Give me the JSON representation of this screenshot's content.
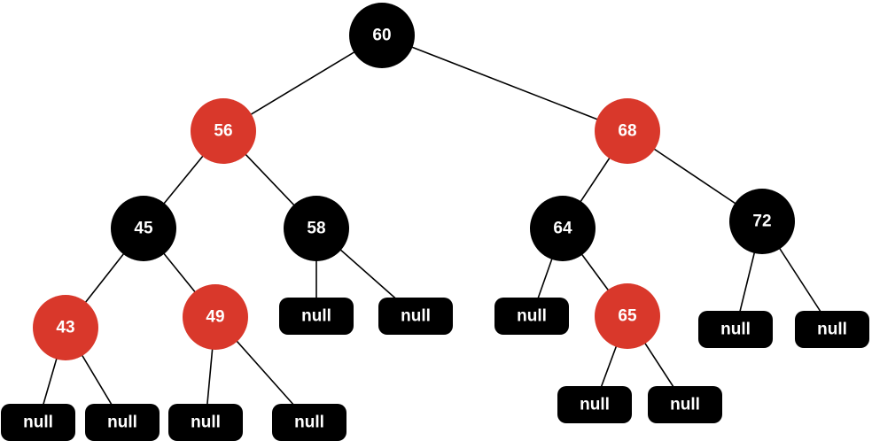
{
  "colors": {
    "black": "#000000",
    "red": "#d9382b",
    "text": "#ffffff",
    "edge": "#000000"
  },
  "leaf_label": "null",
  "nodes": [
    {
      "id": "n60",
      "value": "60",
      "color": "black"
    },
    {
      "id": "n56",
      "value": "56",
      "color": "red"
    },
    {
      "id": "n68",
      "value": "68",
      "color": "red"
    },
    {
      "id": "n45",
      "value": "45",
      "color": "black"
    },
    {
      "id": "n58",
      "value": "58",
      "color": "black"
    },
    {
      "id": "n64",
      "value": "64",
      "color": "black"
    },
    {
      "id": "n72",
      "value": "72",
      "color": "black"
    },
    {
      "id": "n43",
      "value": "43",
      "color": "red"
    },
    {
      "id": "n49",
      "value": "49",
      "color": "red"
    },
    {
      "id": "n65",
      "value": "65",
      "color": "red"
    }
  ],
  "leaves": [
    {
      "id": "l58a",
      "parent": "n58"
    },
    {
      "id": "l58b",
      "parent": "n58"
    },
    {
      "id": "l64a",
      "parent": "n64"
    },
    {
      "id": "l72a",
      "parent": "n72"
    },
    {
      "id": "l72b",
      "parent": "n72"
    },
    {
      "id": "l43a",
      "parent": "n43"
    },
    {
      "id": "l43b",
      "parent": "n43"
    },
    {
      "id": "l49a",
      "parent": "n49"
    },
    {
      "id": "l49b",
      "parent": "n49"
    },
    {
      "id": "l65a",
      "parent": "n65"
    },
    {
      "id": "l65b",
      "parent": "n65"
    }
  ],
  "edges": [
    [
      "n60",
      "n56"
    ],
    [
      "n60",
      "n68"
    ],
    [
      "n56",
      "n45"
    ],
    [
      "n56",
      "n58"
    ],
    [
      "n68",
      "n64"
    ],
    [
      "n68",
      "n72"
    ],
    [
      "n45",
      "n43"
    ],
    [
      "n45",
      "n49"
    ],
    [
      "n58",
      "l58a"
    ],
    [
      "n58",
      "l58b"
    ],
    [
      "n64",
      "l64a"
    ],
    [
      "n64",
      "n65"
    ],
    [
      "n72",
      "l72a"
    ],
    [
      "n72",
      "l72b"
    ],
    [
      "n43",
      "l43a"
    ],
    [
      "n43",
      "l43b"
    ],
    [
      "n49",
      "l49a"
    ],
    [
      "n49",
      "l49b"
    ],
    [
      "n65",
      "l65a"
    ],
    [
      "n65",
      "l65b"
    ]
  ]
}
